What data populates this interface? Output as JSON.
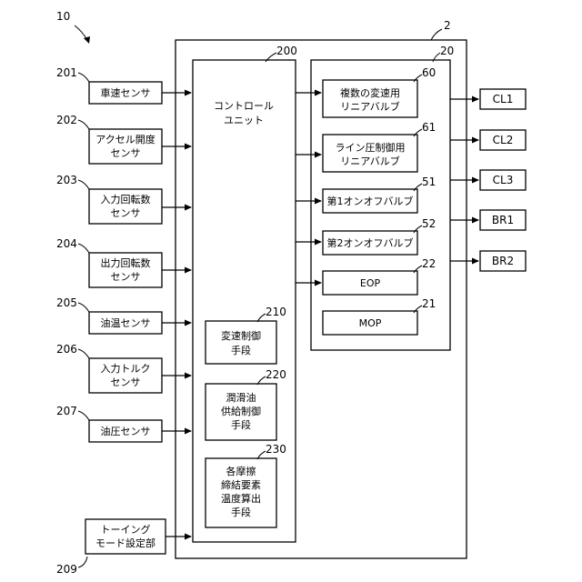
{
  "figure_ref": "10",
  "unit": {
    "ref": "2"
  },
  "control_unit": {
    "ref": "200",
    "label": [
      "コントロール",
      "ユニット"
    ]
  },
  "means": [
    {
      "ref": "210",
      "label": [
        "変速制御",
        "手段"
      ]
    },
    {
      "ref": "220",
      "label": [
        "潤滑油",
        "供給制御",
        "手段"
      ]
    },
    {
      "ref": "230",
      "label": [
        "各摩擦",
        "締結要素",
        "温度算出",
        "手段"
      ]
    }
  ],
  "hydraulic": {
    "ref": "20",
    "items": [
      {
        "ref": "60",
        "label": [
          "複数の変速用",
          "リニアバルブ"
        ]
      },
      {
        "ref": "61",
        "label": [
          "ライン圧制御用",
          "リニアバルブ"
        ]
      },
      {
        "ref": "51",
        "label": [
          "第1オンオフバルブ"
        ]
      },
      {
        "ref": "52",
        "label": [
          "第2オンオフバルブ"
        ]
      },
      {
        "ref": "22",
        "label": [
          "EOP"
        ]
      },
      {
        "ref": "21",
        "label": [
          "MOP"
        ]
      }
    ]
  },
  "sensors": [
    {
      "ref": "201",
      "label": [
        "車速センサ"
      ]
    },
    {
      "ref": "202",
      "label": [
        "アクセル開度",
        "センサ"
      ]
    },
    {
      "ref": "203",
      "label": [
        "入力回転数",
        "センサ"
      ]
    },
    {
      "ref": "204",
      "label": [
        "出力回転数",
        "センサ"
      ]
    },
    {
      "ref": "205",
      "label": [
        "油温センサ"
      ]
    },
    {
      "ref": "206",
      "label": [
        "入力トルク",
        "センサ"
      ]
    },
    {
      "ref": "207",
      "label": [
        "油圧センサ"
      ]
    },
    {
      "ref": "209",
      "label": [
        "トーイング",
        "モード設定部"
      ]
    }
  ],
  "outputs": [
    "CL1",
    "CL2",
    "CL3",
    "BR1",
    "BR2"
  ]
}
